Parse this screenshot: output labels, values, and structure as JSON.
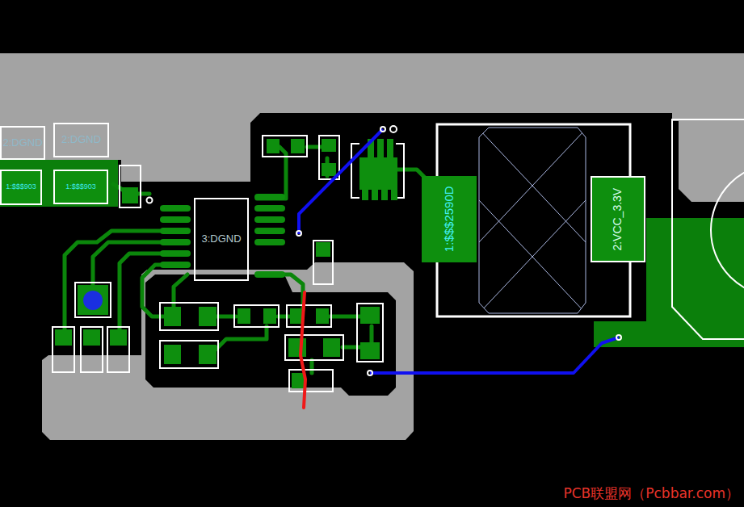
{
  "diagram": {
    "nodes": [
      {
        "text": [
          "2:DGND"
        ]
      },
      {
        "text": [
          "2:DGND"
        ]
      },
      {
        "text": [
          "1:$$$903"
        ]
      },
      {
        "text": [
          "1:$$$903"
        ]
      },
      {
        "text": [
          "3:DGND"
        ]
      },
      {
        "text": [
          "1:$$$2590D"
        ]
      },
      {
        "text": [
          "2:VCC_3.3V"
        ]
      }
    ],
    "labels": [
      "PCB联盟网（Pcbbar.com）"
    ]
  }
}
